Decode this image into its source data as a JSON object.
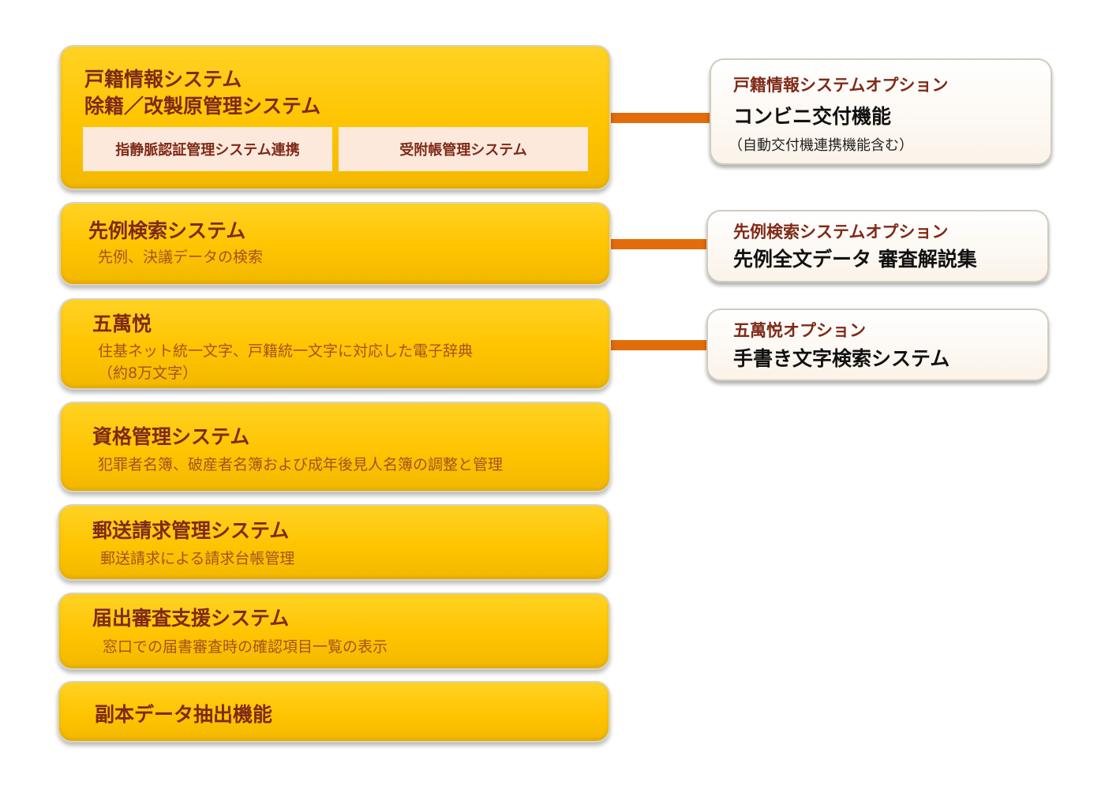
{
  "systems": [
    {
      "title": "戸籍情報システム",
      "title2": "除籍／改製原管理システム",
      "subs": [
        "指静脈認証管理システム連携",
        "受附帳管理システム"
      ]
    },
    {
      "title": "先例検索システム",
      "desc": "先例、決議データの検索"
    },
    {
      "title": "五萬悦",
      "desc": "住基ネット統一文字、戸籍統一文字に対応した電子辞典",
      "desc2": "（約8万文字）"
    },
    {
      "title": "資格管理システム",
      "desc": "犯罪者名簿、破産者名簿および成年後見人名簿の調整と管理"
    },
    {
      "title": "郵送請求管理システム",
      "desc": "郵送請求による請求台帳管理"
    },
    {
      "title": "届出審査支援システム",
      "desc": "窓口での届書審査時の確認項目一覧の表示"
    },
    {
      "title": "副本データ抽出機能"
    }
  ],
  "options": [
    {
      "title": "戸籍情報システムオプション",
      "main": "コンビニ交付機能",
      "note": "（自動交付機連携機能含む）"
    },
    {
      "title": "先例検索システムオプション",
      "main": "先例全文データ 審査解説集"
    },
    {
      "title": "五萬悦オプション",
      "main": "手書き文字検索システム"
    }
  ],
  "colors": {
    "box": "#ffc400",
    "title_text": "#7f2a17",
    "desc_text": "#a6521f",
    "connector": "#e36c0a",
    "sub_box": "#fde9dc"
  }
}
